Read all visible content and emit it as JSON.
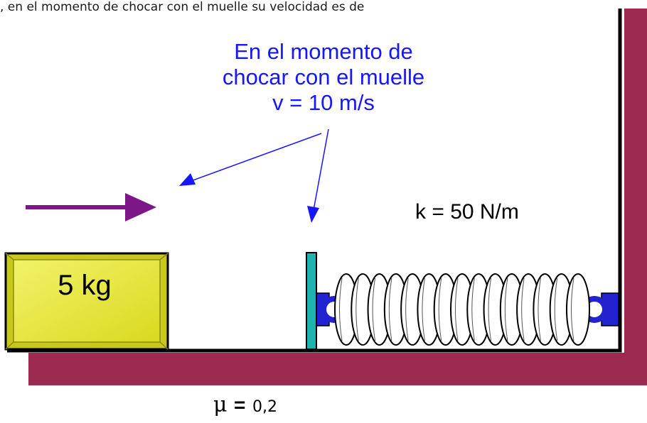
{
  "top_text": ", en el momento de chocar con el muelle su velocidad es de",
  "annotation": {
    "lines": [
      "En el momento de",
      "chocar con el muelle",
      "v = 10 m/s"
    ]
  },
  "spring_label": "k = 50 N/m",
  "mass_label": "5 kg",
  "friction": {
    "symbol": "μ",
    "equals": "=",
    "value": "0,2"
  },
  "colors": {
    "annotation_text": "#1616ff",
    "wall_floor": "#9c2950",
    "motion_arrow": "#7d1787",
    "block_fill": "#e3e32a",
    "plate": "#1fb3b0",
    "spring_mounts": "#2222d0"
  }
}
